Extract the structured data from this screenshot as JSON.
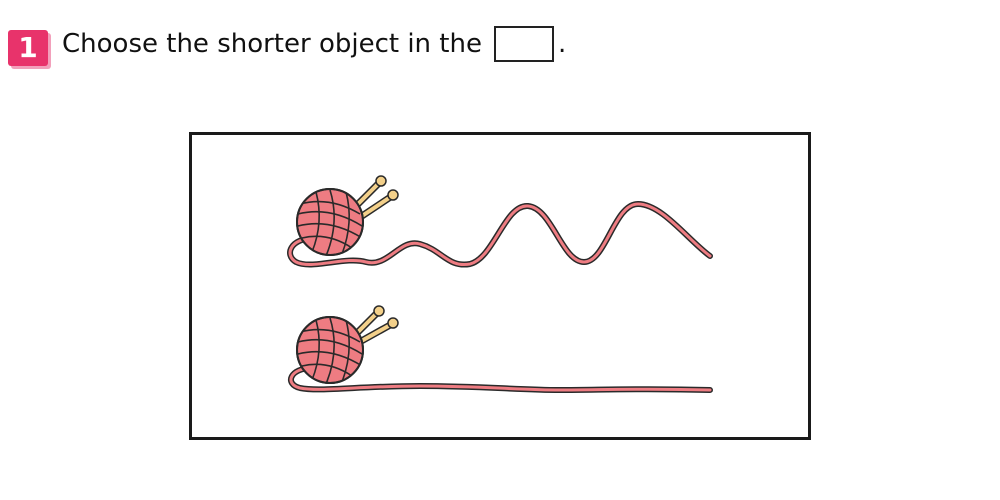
{
  "question": {
    "number": "1",
    "text": "Choose the shorter object in the",
    "end_punctuation": "."
  },
  "colors": {
    "badge": "#e8336b",
    "yarn": "#ee7c82",
    "yarn_outline": "#2a2a2a",
    "needle": "#f3d08a"
  },
  "objects": [
    {
      "name": "wavy-yarn",
      "shape": "wavy"
    },
    {
      "name": "straight-yarn",
      "shape": "straight"
    }
  ]
}
